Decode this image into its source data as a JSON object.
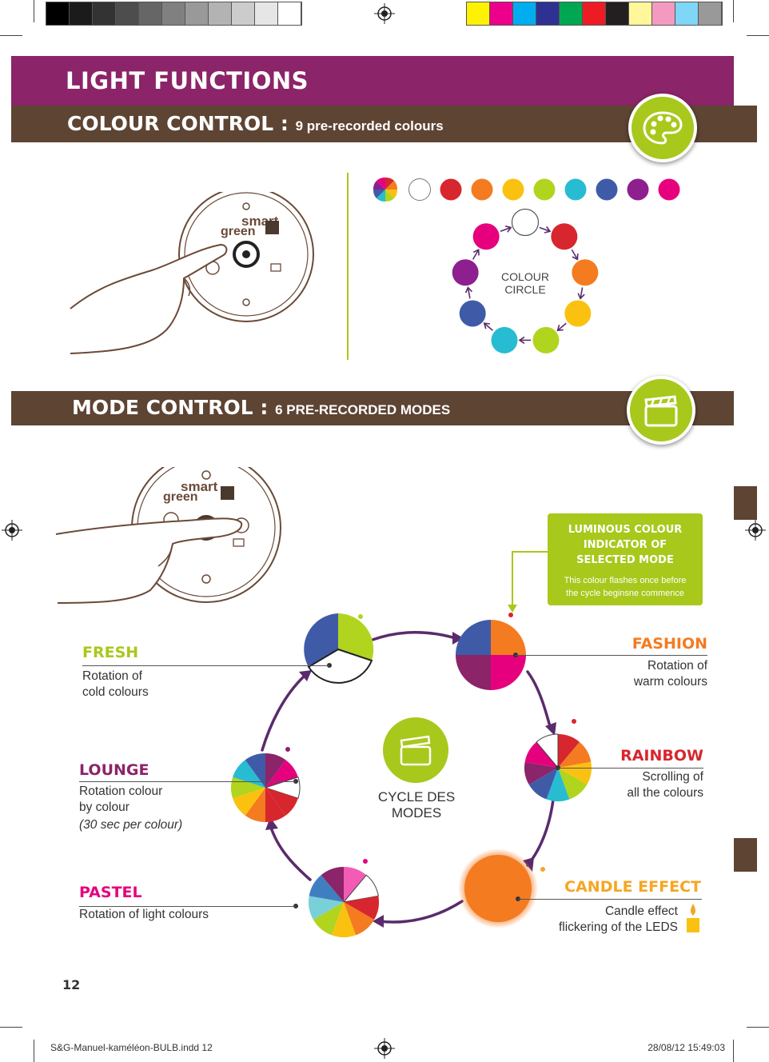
{
  "print_marks": {
    "grey_swatches": [
      "#000000",
      "#1b1b1b",
      "#333333",
      "#4d4d4d",
      "#666666",
      "#808080",
      "#999999",
      "#b3b3b3",
      "#cccccc",
      "#e6e6e6",
      "#ffffff"
    ],
    "color_swatches": [
      "#fff200",
      "#ec008c",
      "#00aeef",
      "#2e3192",
      "#00a651",
      "#ed1c24",
      "#231f20",
      "#fff799",
      "#f49ac1",
      "#7fd6f7",
      "#999999"
    ]
  },
  "header": {
    "title": "LIGHT FUNCTIONS"
  },
  "colour_control": {
    "title": "COLOUR CONTROL :",
    "subtitle": "9 pre-recorded colours",
    "icon": "palette-icon",
    "swatches": [
      "#ffffff",
      "#d7262d",
      "#f47b20",
      "#fbc111",
      "#b1d41e",
      "#27bcd1",
      "#3f5ba8",
      "#8e1f8e",
      "#e6007e"
    ],
    "circle_label_1": "COLOUR",
    "circle_label_2": "CIRCLE",
    "remote_brand_1": "smart",
    "remote_brand_2": "green"
  },
  "mode_control": {
    "title": "MODE CONTROL :",
    "subtitle": "6 PRE-RECORDED MODES",
    "icon": "clapperboard-icon",
    "cycle_label_1": "CYCLE DES",
    "cycle_label_2": "MODES",
    "indicator": {
      "title_1": "LUMINOUS COLOUR",
      "title_2": "INDICATOR OF",
      "title_3": "SELECTED MODE",
      "text_1": "This colour flashes once before",
      "text_2": "the cycle beginsne commence"
    },
    "modes": [
      {
        "title": "FRESH",
        "line1": "Rotation of",
        "line2": "cold colours",
        "color": "#b1d41e"
      },
      {
        "title": "FASHION",
        "line1": "Rotation of",
        "line2": "warm colours",
        "color": "#f47b20"
      },
      {
        "title": "RAINBOW",
        "line1": "Scrolling of",
        "line2": "all the colours",
        "color": "#d7262d"
      },
      {
        "title": "LOUNGE",
        "line1": "Rotation colour",
        "line2": "by colour",
        "line3": "(30 sec per colour)",
        "color": "#8b2468"
      },
      {
        "title": "PASTEL",
        "line1": "Rotation of light colours",
        "color": "#e6007e"
      },
      {
        "title": "CANDLE EFFECT",
        "line1": "Candle effect",
        "line2": "flickering of the LEDS",
        "color": "#f5a623"
      }
    ]
  },
  "page_number": "12",
  "footer": {
    "file": "S&G-Manuel-kaméléon-BULB.indd   12",
    "date": "28/08/12   15:49:03"
  }
}
